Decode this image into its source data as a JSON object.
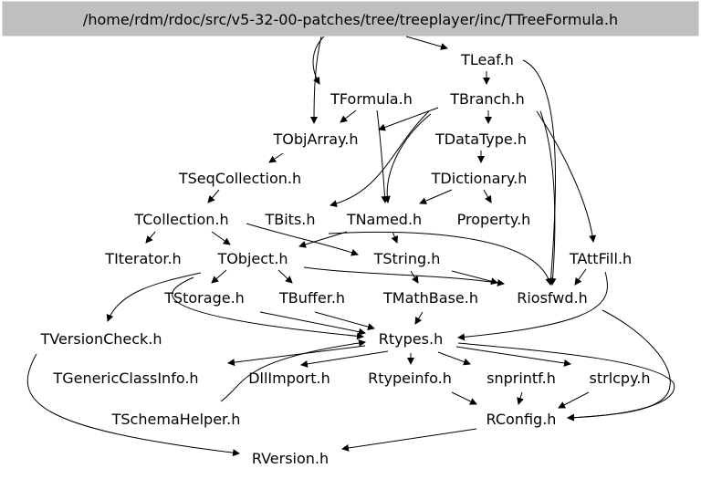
{
  "graph": {
    "root": "/home/rdm/rdoc/src/v5-32-00-patches/tree/treeplayer/inc/TTreeFormula.h",
    "nodes": {
      "tleaf": "TLeaf.h",
      "tformula": "TFormula.h",
      "tbranch": "TBranch.h",
      "tobjarray": "TObjArray.h",
      "tdatatype": "TDataType.h",
      "tseqcollection": "TSeqCollection.h",
      "tdictionary": "TDictionary.h",
      "tcollection": "TCollection.h",
      "tbits": "TBits.h",
      "tnamed": "TNamed.h",
      "property": "Property.h",
      "titerator": "TIterator.h",
      "tobject": "TObject.h",
      "tstring": "TString.h",
      "tattfill": "TAttFill.h",
      "tstorage": "TStorage.h",
      "tbuffer": "TBuffer.h",
      "tmathbase": "TMathBase.h",
      "riosfwd": "Riosfwd.h",
      "tversioncheck": "TVersionCheck.h",
      "rtypes": "Rtypes.h",
      "tgenericclassinfo": "TGenericClassInfo.h",
      "dllimport": "DllImport.h",
      "rtypeinfo": "Rtypeinfo.h",
      "snprintf": "snprintf.h",
      "strlcpy": "strlcpy.h",
      "tschemahelper": "TSchemaHelper.h",
      "rconfig": "RConfig.h",
      "rversion": "RVersion.h"
    }
  }
}
